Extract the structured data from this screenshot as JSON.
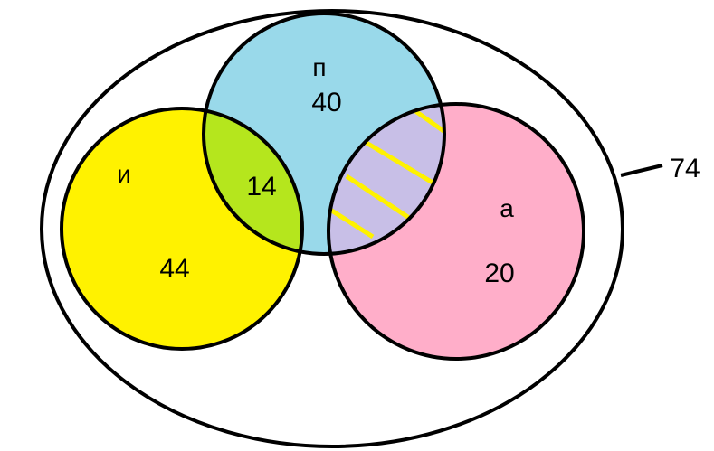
{
  "diagram": {
    "total_label": "74",
    "sets": {
      "i": {
        "label": "и",
        "value": "44",
        "color": "#FFF200"
      },
      "p": {
        "label": "п",
        "value": "40",
        "color": "#99D9EA"
      },
      "a": {
        "label": "а",
        "value": "20",
        "color": "#FFAEC9"
      }
    },
    "intersections": {
      "i_p": {
        "value": "14",
        "color": "#B5E61D"
      },
      "p_a": {
        "color": "#C8BFE7",
        "hatch_color": "#FFF200"
      }
    },
    "outline_color": "#000000"
  }
}
